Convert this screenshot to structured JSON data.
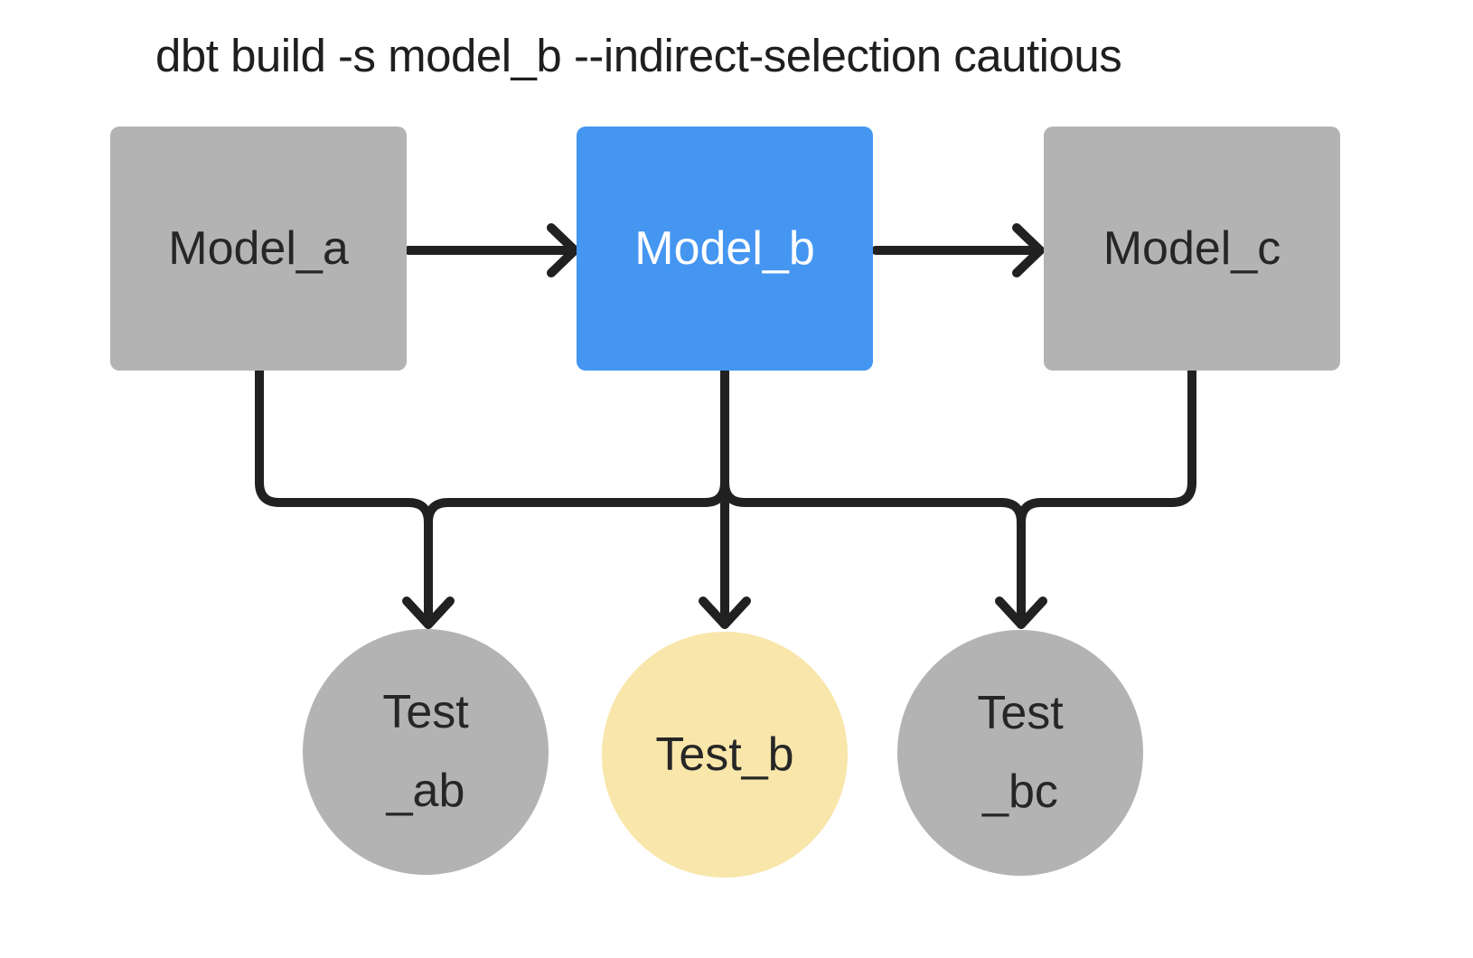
{
  "title": "dbt build -s model_b --indirect-selection cautious",
  "nodes": {
    "model_a": {
      "label": "Model_a",
      "fill": "#b3b3b3"
    },
    "model_b": {
      "label": "Model_b",
      "fill": "#4596f1"
    },
    "model_c": {
      "label": "Model_c",
      "fill": "#b3b3b3"
    },
    "test_ab": {
      "line1": "Test",
      "line2": "_ab",
      "fill": "#b3b3b3"
    },
    "test_b": {
      "line1": "Test_b",
      "line2": "",
      "fill": "#f8e6aa"
    },
    "test_bc": {
      "line1": "Test",
      "line2": "_bc",
      "fill": "#b3b3b3"
    }
  },
  "colors": {
    "background": "#ffffff",
    "selected_model": "#4596f1",
    "selected_test": "#f8e6aa",
    "unselected_node": "#b3b3b3",
    "edge": "#212121",
    "title_text": "#1f1f1f"
  }
}
